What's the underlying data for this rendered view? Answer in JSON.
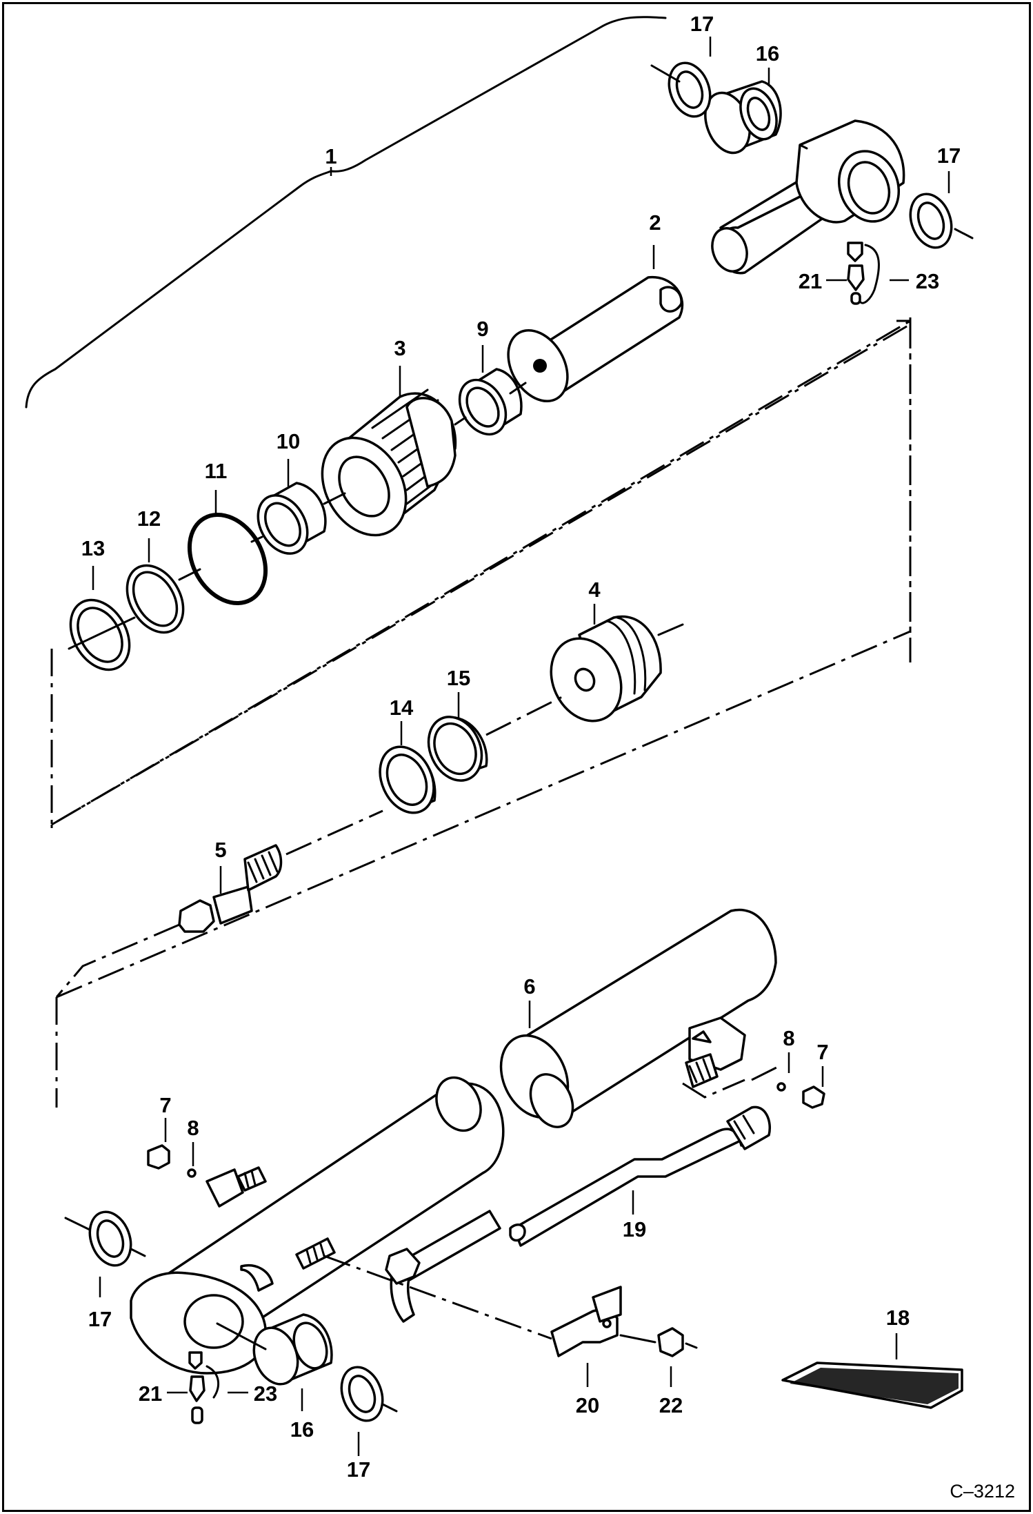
{
  "figure_code": "C–3212",
  "labels": {
    "l1": "1",
    "l2": "2",
    "l3": "3",
    "l4": "4",
    "l5": "5",
    "l6": "6",
    "l7a": "7",
    "l7b": "7",
    "l8a": "8",
    "l8b": "8",
    "l9": "9",
    "l10": "10",
    "l11": "11",
    "l12": "12",
    "l13": "13",
    "l14": "14",
    "l15": "15",
    "l16a": "16",
    "l16b": "16",
    "l17a": "17",
    "l17b": "17",
    "l17c": "17",
    "l17d": "17",
    "l18": "18",
    "l19": "19",
    "l20": "20",
    "l21a": "21",
    "l21b": "21",
    "l22": "22",
    "l23a": "23",
    "l23b": "23"
  },
  "colors": {
    "line": "#000000",
    "background": "#ffffff"
  }
}
